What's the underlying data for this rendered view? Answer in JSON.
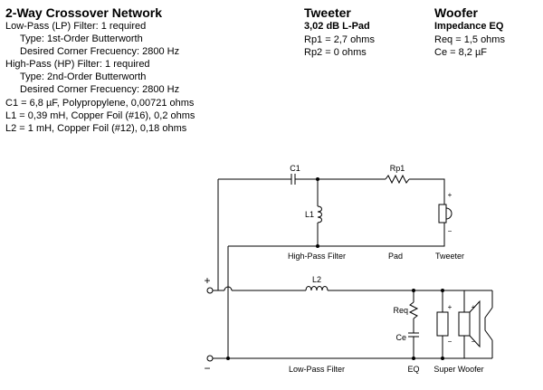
{
  "spec": {
    "title": "2-Way Crossover Network",
    "lines": [
      "Low-Pass (LP) Filter: 1 required",
      "Type: 1st-Order Butterworth",
      "Desired Corner Frecuency: 2800 Hz",
      "High-Pass (HP) Filter: 1 required",
      "Type: 2nd-Order Butterworth",
      "Desired Corner Frecuency: 2800 Hz",
      "C1 = 6,8 µF, Polypropylene, 0,00721 ohms",
      "L1 = 0,39 mH, Copper Foil (#16), 0,2 ohms",
      "L2 = 1 mH, Copper Foil (#12), 0,18 ohms"
    ]
  },
  "tweeter": {
    "title": "Tweeter",
    "subtitle": "3,02 dB L-Pad",
    "values": [
      "Rp1 = 2,7 ohms",
      "Rp2 = 0 ohms"
    ]
  },
  "woofer": {
    "title": "Woofer",
    "subtitle": "Impedance EQ",
    "values": [
      "Req = 1,5 ohms",
      "Ce = 8,2 µF"
    ]
  },
  "schematic": {
    "labels": {
      "c1": "C1",
      "rp1": "Rp1",
      "l1": "L1",
      "l2": "L2",
      "req": "Req",
      "ce": "Ce",
      "plus": "+",
      "minus": "−",
      "spk_plus": "+",
      "spk_minus": "−"
    },
    "captions": {
      "hpf": "High-Pass Filter",
      "pad": "Pad",
      "tweeter": "Tweeter",
      "lpf": "Low-Pass Filter",
      "eq": "EQ",
      "super_woofer": "Super Woofer"
    }
  }
}
